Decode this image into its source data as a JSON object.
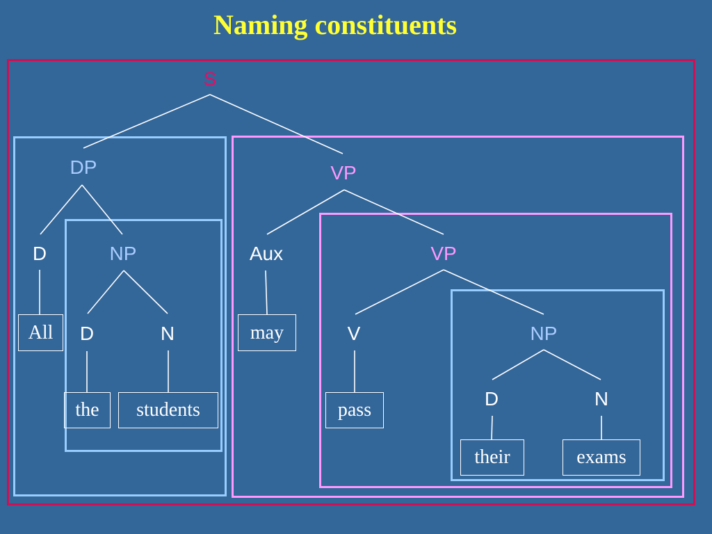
{
  "title": "Naming constituents",
  "colors": {
    "background": "#336699",
    "title": "#ffff33",
    "s_box": "#cc1155",
    "vp_box": "#ff99ff",
    "dp_np_box": "#99ccff",
    "s_label": "#dd1166",
    "vp_label": "#ff99ff",
    "dp_np_label": "#aaccff",
    "word_label": "#ffffff",
    "line": "#ffffff"
  },
  "tree": {
    "s": "S",
    "dp": "DP",
    "dp_d": "D",
    "dp_np": "NP",
    "dp_np_d": "D",
    "dp_np_n": "N",
    "vp": "VP",
    "aux": "Aux",
    "vp_inner": "VP",
    "v": "V",
    "obj_np": "NP",
    "obj_d": "D",
    "obj_n": "N"
  },
  "words": {
    "all": "All",
    "the": "the",
    "students": "students",
    "may": "may",
    "pass": "pass",
    "their": "their",
    "exams": "exams"
  }
}
